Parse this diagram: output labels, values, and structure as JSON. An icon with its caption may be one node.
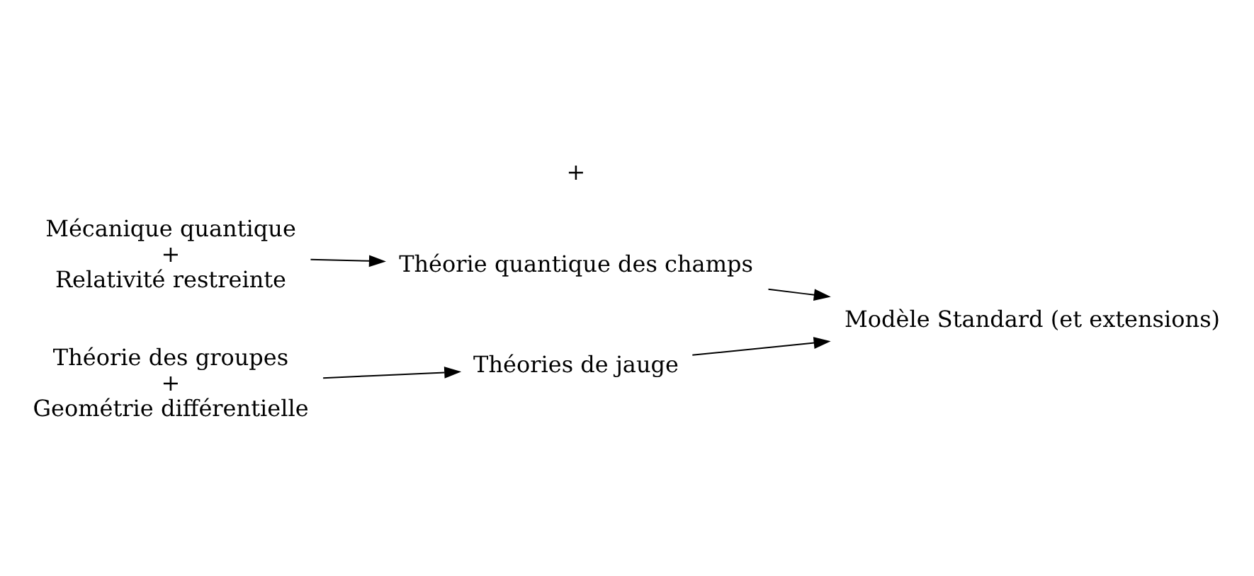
{
  "diagram": {
    "nodes": [
      {
        "text": [
          "Mécanique quantique",
          "+",
          "Relativité restreinte"
        ]
      },
      {
        "text": [
          "Théorie quantique des champs"
        ]
      },
      {
        "text": [
          "Théorie des groupes",
          "+",
          "Geométrie différentielle"
        ]
      },
      {
        "text": [
          "Théories de jauge"
        ]
      },
      {
        "text": [
          "Modèle Standard (et extensions)"
        ]
      }
    ],
    "edges": [
      {
        "from": 0,
        "to": 1,
        "arrow": "to"
      },
      {
        "from": 2,
        "to": 3,
        "arrow": "to"
      },
      {
        "from": 1,
        "to": 4,
        "arrow": "to"
      },
      {
        "from": 3,
        "to": 4,
        "arrow": "to"
      }
    ],
    "labels": [
      "+"
    ]
  }
}
